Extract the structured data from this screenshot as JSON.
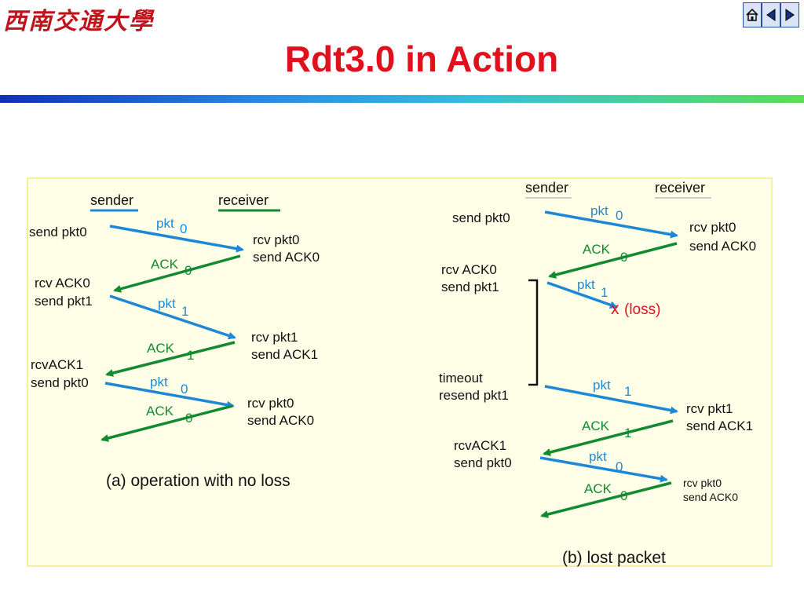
{
  "header": {
    "logo_text": "西南交通大學",
    "title": "Rdt3.0 in Action",
    "nav": [
      {
        "name": "home-icon"
      },
      {
        "name": "back-arrow-icon"
      },
      {
        "name": "forward-arrow-icon"
      }
    ]
  },
  "diagram_a": {
    "sender": "sender",
    "receiver": "receiver",
    "send_pkt0": "send pkt0",
    "rcv_ack0": "rcv ACK0",
    "send_pkt1": "send pkt1",
    "rcvack1": "rcvACK1",
    "send_pkt0_2": "send pkt0",
    "rcv_pkt0": "rcv pkt0",
    "send_ack0": "send ACK0",
    "rcv_pkt1": "rcv pkt1",
    "send_ack1": "send ACK1",
    "rcv_pkt0_2": "rcv pkt0",
    "send_ack0_2": "send ACK0",
    "pkt": "pkt",
    "ack": "ACK",
    "n0": "0",
    "n1": "1",
    "caption": "(a) operation with no loss"
  },
  "diagram_b": {
    "sender": "sender",
    "receiver": "receiver",
    "send_pkt0": "send pkt0",
    "rcv_ack0": "rcv ACK0",
    "send_pkt1": "send pkt1",
    "timeout": "timeout",
    "resend_pkt1": "resend pkt1",
    "rcvack1": "rcvACK1",
    "send_pkt0_2": "send pkt0",
    "rcv_pkt0": "rcv pkt0",
    "send_ack0": "send ACK0",
    "rcv_pkt1": "rcv pkt1",
    "send_ack1": "send ACK1",
    "rcv_pkt0_2": "rcv pkt0",
    "send_ack0_2": "send ACK0",
    "loss_x": "x",
    "loss": "(loss)",
    "pkt": "pkt",
    "ack": "ACK",
    "n0": "0",
    "n1": "1",
    "caption": "(b) lost packet"
  },
  "colors": {
    "title": "#e0101c",
    "packet_arrow": "#1e88d6",
    "ack_arrow": "#128a30",
    "loss": "#e0101c",
    "panel_bg": "#ffffe8",
    "panel_border": "#f2f29a"
  }
}
